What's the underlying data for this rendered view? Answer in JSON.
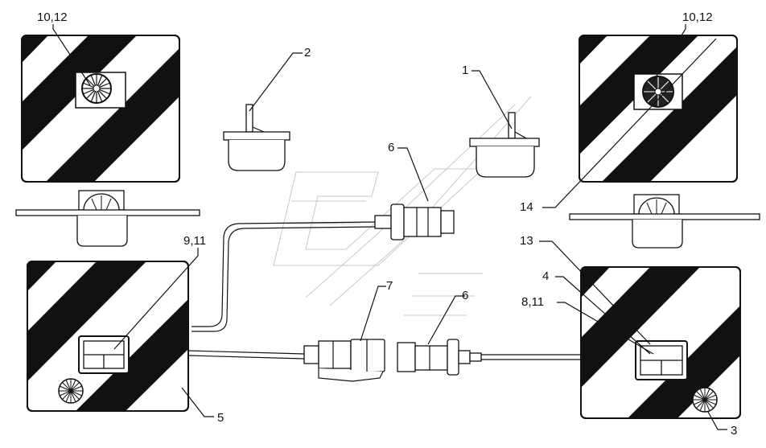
{
  "diagram": {
    "labels": {
      "l_1012_left": "10,12",
      "l_1012_right": "10,12",
      "l_2": "2",
      "l_1": "1",
      "l_6_top": "6",
      "l_14": "14",
      "l_911": "9,11",
      "l_13": "13",
      "l_4": "4",
      "l_811": "8,11",
      "l_7": "7",
      "l_6_bottom": "6",
      "l_5": "5",
      "l_3": "3"
    }
  }
}
